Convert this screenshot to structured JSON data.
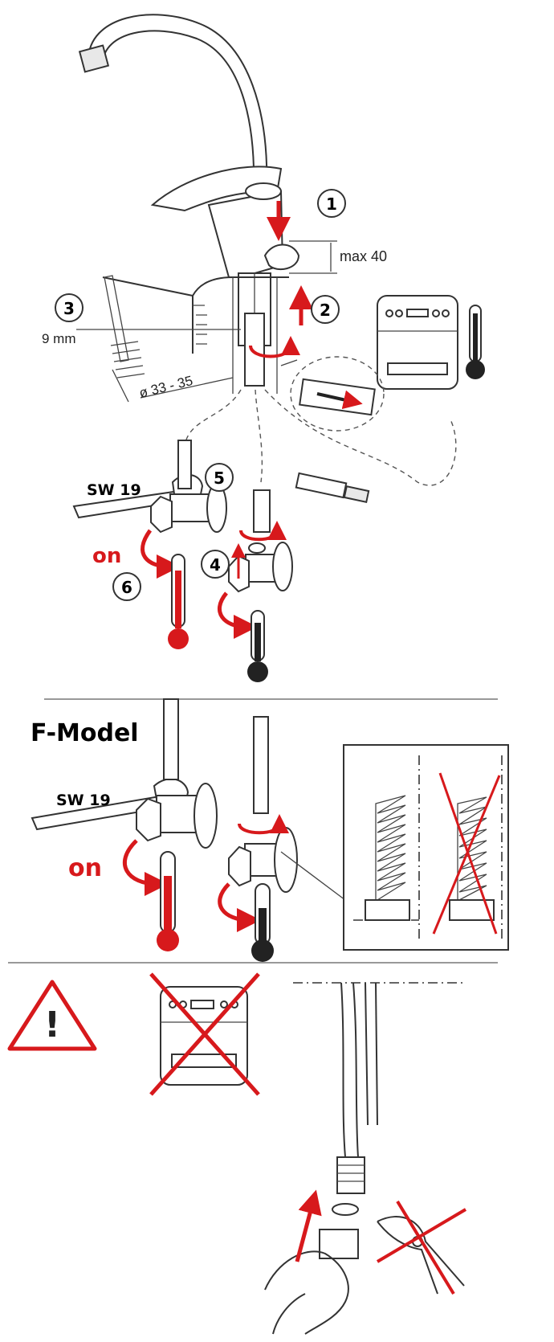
{
  "section1": {
    "steps": [
      "1",
      "2",
      "3",
      "4",
      "5",
      "6"
    ],
    "max_label": "max 40",
    "drill_label": "9 mm",
    "diameter_label": "ø 33 - 35",
    "wrench_label": "SW 19",
    "on_label": "on"
  },
  "section2": {
    "title": "F-Model",
    "wrench_label": "SW 19",
    "on_label": "on"
  },
  "section3": {
    "warning_symbol": "!"
  },
  "colors": {
    "accent_red": "#d7191c",
    "line": "#333333",
    "divider": "#999999"
  },
  "icons": [
    "faucet-icon",
    "oven-icon",
    "thermometer-icon",
    "wrench-icon",
    "angle-valve-icon",
    "pliers-icon",
    "warning-icon"
  ]
}
